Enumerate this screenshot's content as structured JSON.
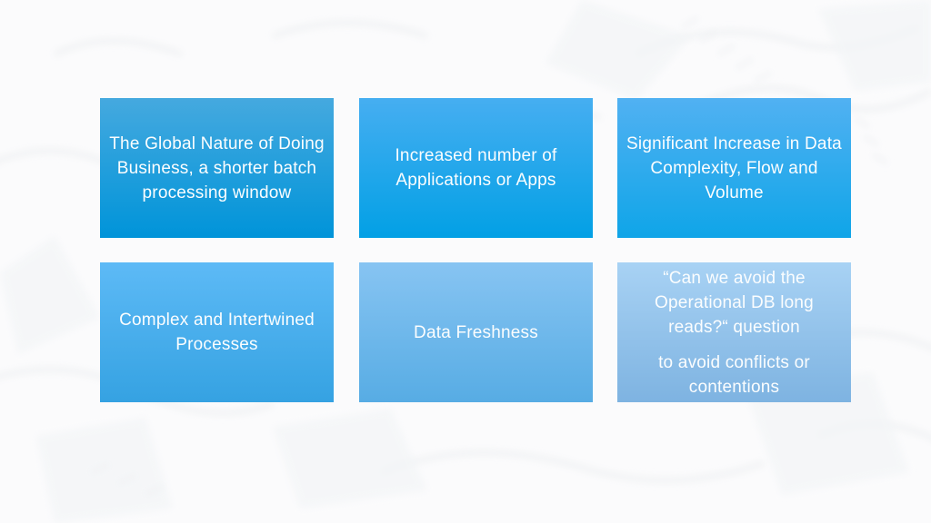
{
  "slide": {
    "background_color": "#fbfbfc",
    "text_color": "#fbfdfe",
    "boxes": [
      {
        "id": "box-global-nature",
        "lines": [
          "The Global Nature of Doing Business, a shorter batch processing window"
        ],
        "color_top": "#45A9DF",
        "color_bottom": "#0094D9"
      },
      {
        "id": "box-increased-apps",
        "lines": [
          "Increased number of Applications or Apps"
        ],
        "color_top": "#46AEF1",
        "color_bottom": "#02A0E5"
      },
      {
        "id": "box-data-complexity",
        "lines": [
          "Significant Increase in Data Complexity, Flow and Volume"
        ],
        "color_top": "#51B1F2",
        "color_bottom": "#0FA5E8"
      },
      {
        "id": "box-complex-processes",
        "lines": [
          "Complex and Intertwined Processes"
        ],
        "color_top": "#5DBAF6",
        "color_bottom": "#35A2E2"
      },
      {
        "id": "box-data-freshness",
        "lines": [
          "Data Freshness"
        ],
        "color_top": "#87C4F2",
        "color_bottom": "#57ACE4"
      },
      {
        "id": "box-operational-db",
        "lines": [
          "“Can we avoid the Operational DB long reads?“ question",
          "to avoid conflicts or contentions"
        ],
        "color_top": "#A8D2F4",
        "color_bottom": "#7EB3E1"
      }
    ]
  }
}
